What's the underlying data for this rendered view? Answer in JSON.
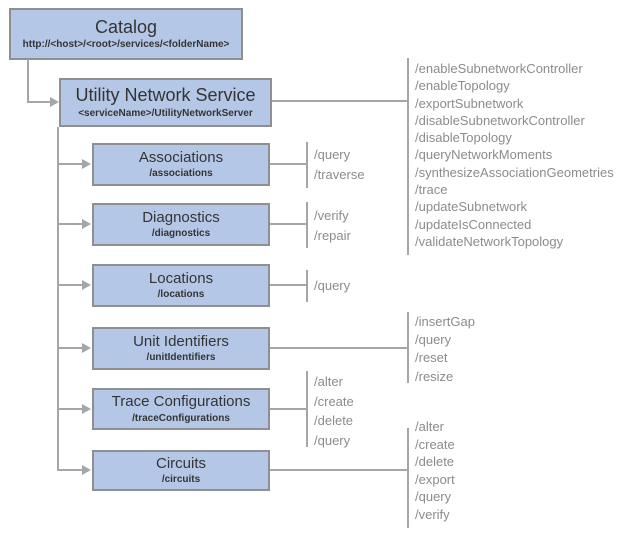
{
  "style": {
    "box_fill": "#b4c7e7",
    "box_border": "#8f8f8f",
    "connector": "#a6a6a6",
    "title_color": "#343434",
    "ops_color": "#8c8c8c",
    "page_bg": "#ffffff"
  },
  "nodes": {
    "catalog": {
      "title": "Catalog",
      "subtitle": "http://<host>/<root>/services/<folderName>"
    },
    "service": {
      "title": "Utility Network Service",
      "subtitle": "<serviceName>/UtilityNetworkServer"
    },
    "children": [
      {
        "title": "Associations",
        "subtitle": "/associations"
      },
      {
        "title": "Diagnostics",
        "subtitle": "/diagnostics"
      },
      {
        "title": "Locations",
        "subtitle": "/locations"
      },
      {
        "title": "Unit Identifiers",
        "subtitle": "/unitIdentifiers"
      },
      {
        "title": "Trace Configurations",
        "subtitle": "/traceConfigurations"
      },
      {
        "title": "Circuits",
        "subtitle": "/circuits"
      }
    ]
  },
  "operations": {
    "service": [
      "/enableSubnetworkController",
      "/enableTopology",
      "/exportSubnetwork",
      "/disableSubnetworkController",
      "/disableTopology",
      "/queryNetworkMoments",
      "/synthesizeAssociationGeometries",
      "/trace",
      "/updateSubnetwork",
      "/updateIsConnected",
      "/validateNetworkTopology"
    ],
    "associations": [
      "/query",
      "/traverse"
    ],
    "diagnostics": [
      "/verify",
      "/repair"
    ],
    "locations": [
      "/query"
    ],
    "unit_identifiers": [
      "/insertGap",
      "/query",
      "/reset",
      "/resize"
    ],
    "trace_configurations": [
      "/alter",
      "/create",
      "/delete",
      "/query"
    ],
    "circuits": [
      "/alter",
      "/create",
      "/delete",
      "/export",
      "/query",
      "/verify"
    ]
  }
}
